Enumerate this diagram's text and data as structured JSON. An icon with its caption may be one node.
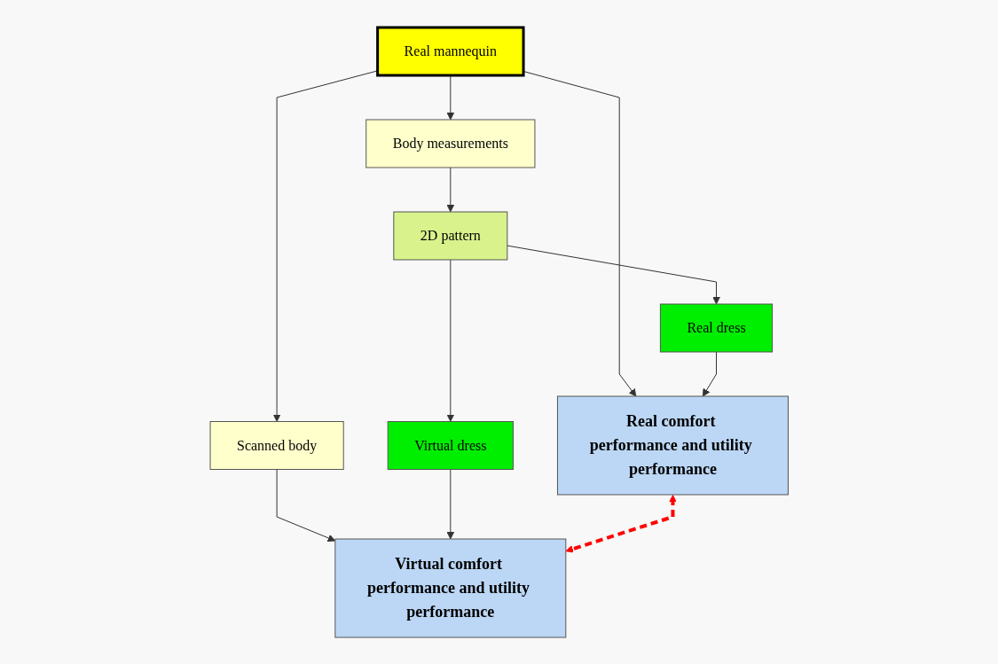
{
  "diagram": {
    "nodes": [
      {
        "text": [
          "Real mannequin"
        ]
      },
      {
        "text": [
          "Scanned body"
        ]
      },
      {
        "text": [
          "Body measurements"
        ]
      },
      {
        "text": [
          "Real comfort performance and utility performance"
        ]
      },
      {
        "text": [
          "Virtual comfort performance and utility performance"
        ]
      },
      {
        "text": [
          "2D pattern"
        ]
      },
      {
        "text": [
          "Real dress"
        ]
      },
      {
        "text": [
          "Virtual dress"
        ]
      }
    ],
    "edges": [
      {
        "from": 0,
        "to": 1,
        "arrow": "to"
      },
      {
        "from": 0,
        "to": 2,
        "arrow": "to"
      },
      {
        "from": 2,
        "to": 5,
        "arrow": "to"
      },
      {
        "from": 5,
        "to": 6,
        "arrow": "to"
      },
      {
        "from": 5,
        "to": 7,
        "arrow": "to"
      },
      {
        "from": 0,
        "to": 3,
        "arrow": "to"
      },
      {
        "from": 6,
        "to": 3,
        "arrow": "to"
      },
      {
        "from": 1,
        "to": 4,
        "arrow": "to"
      },
      {
        "from": 7,
        "to": 4,
        "arrow": "to"
      },
      {
        "from": 3,
        "to": 4,
        "arrow": "both",
        "style": "dashed",
        "color": "#ff0000"
      }
    ]
  }
}
